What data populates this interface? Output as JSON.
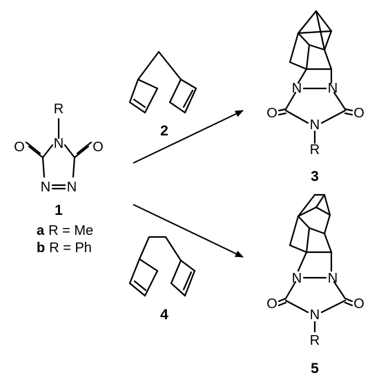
{
  "atoms": {
    "R": "R",
    "N": "N",
    "O": "O"
  },
  "compounds": {
    "c1": "1",
    "c2": "2",
    "c3": "3",
    "c4": "4",
    "c5": "5"
  },
  "variants": [
    {
      "letter": "a",
      "text": "R = Me"
    },
    {
      "letter": "b",
      "text": "R = Ph"
    }
  ],
  "arrow_color": "#000000"
}
